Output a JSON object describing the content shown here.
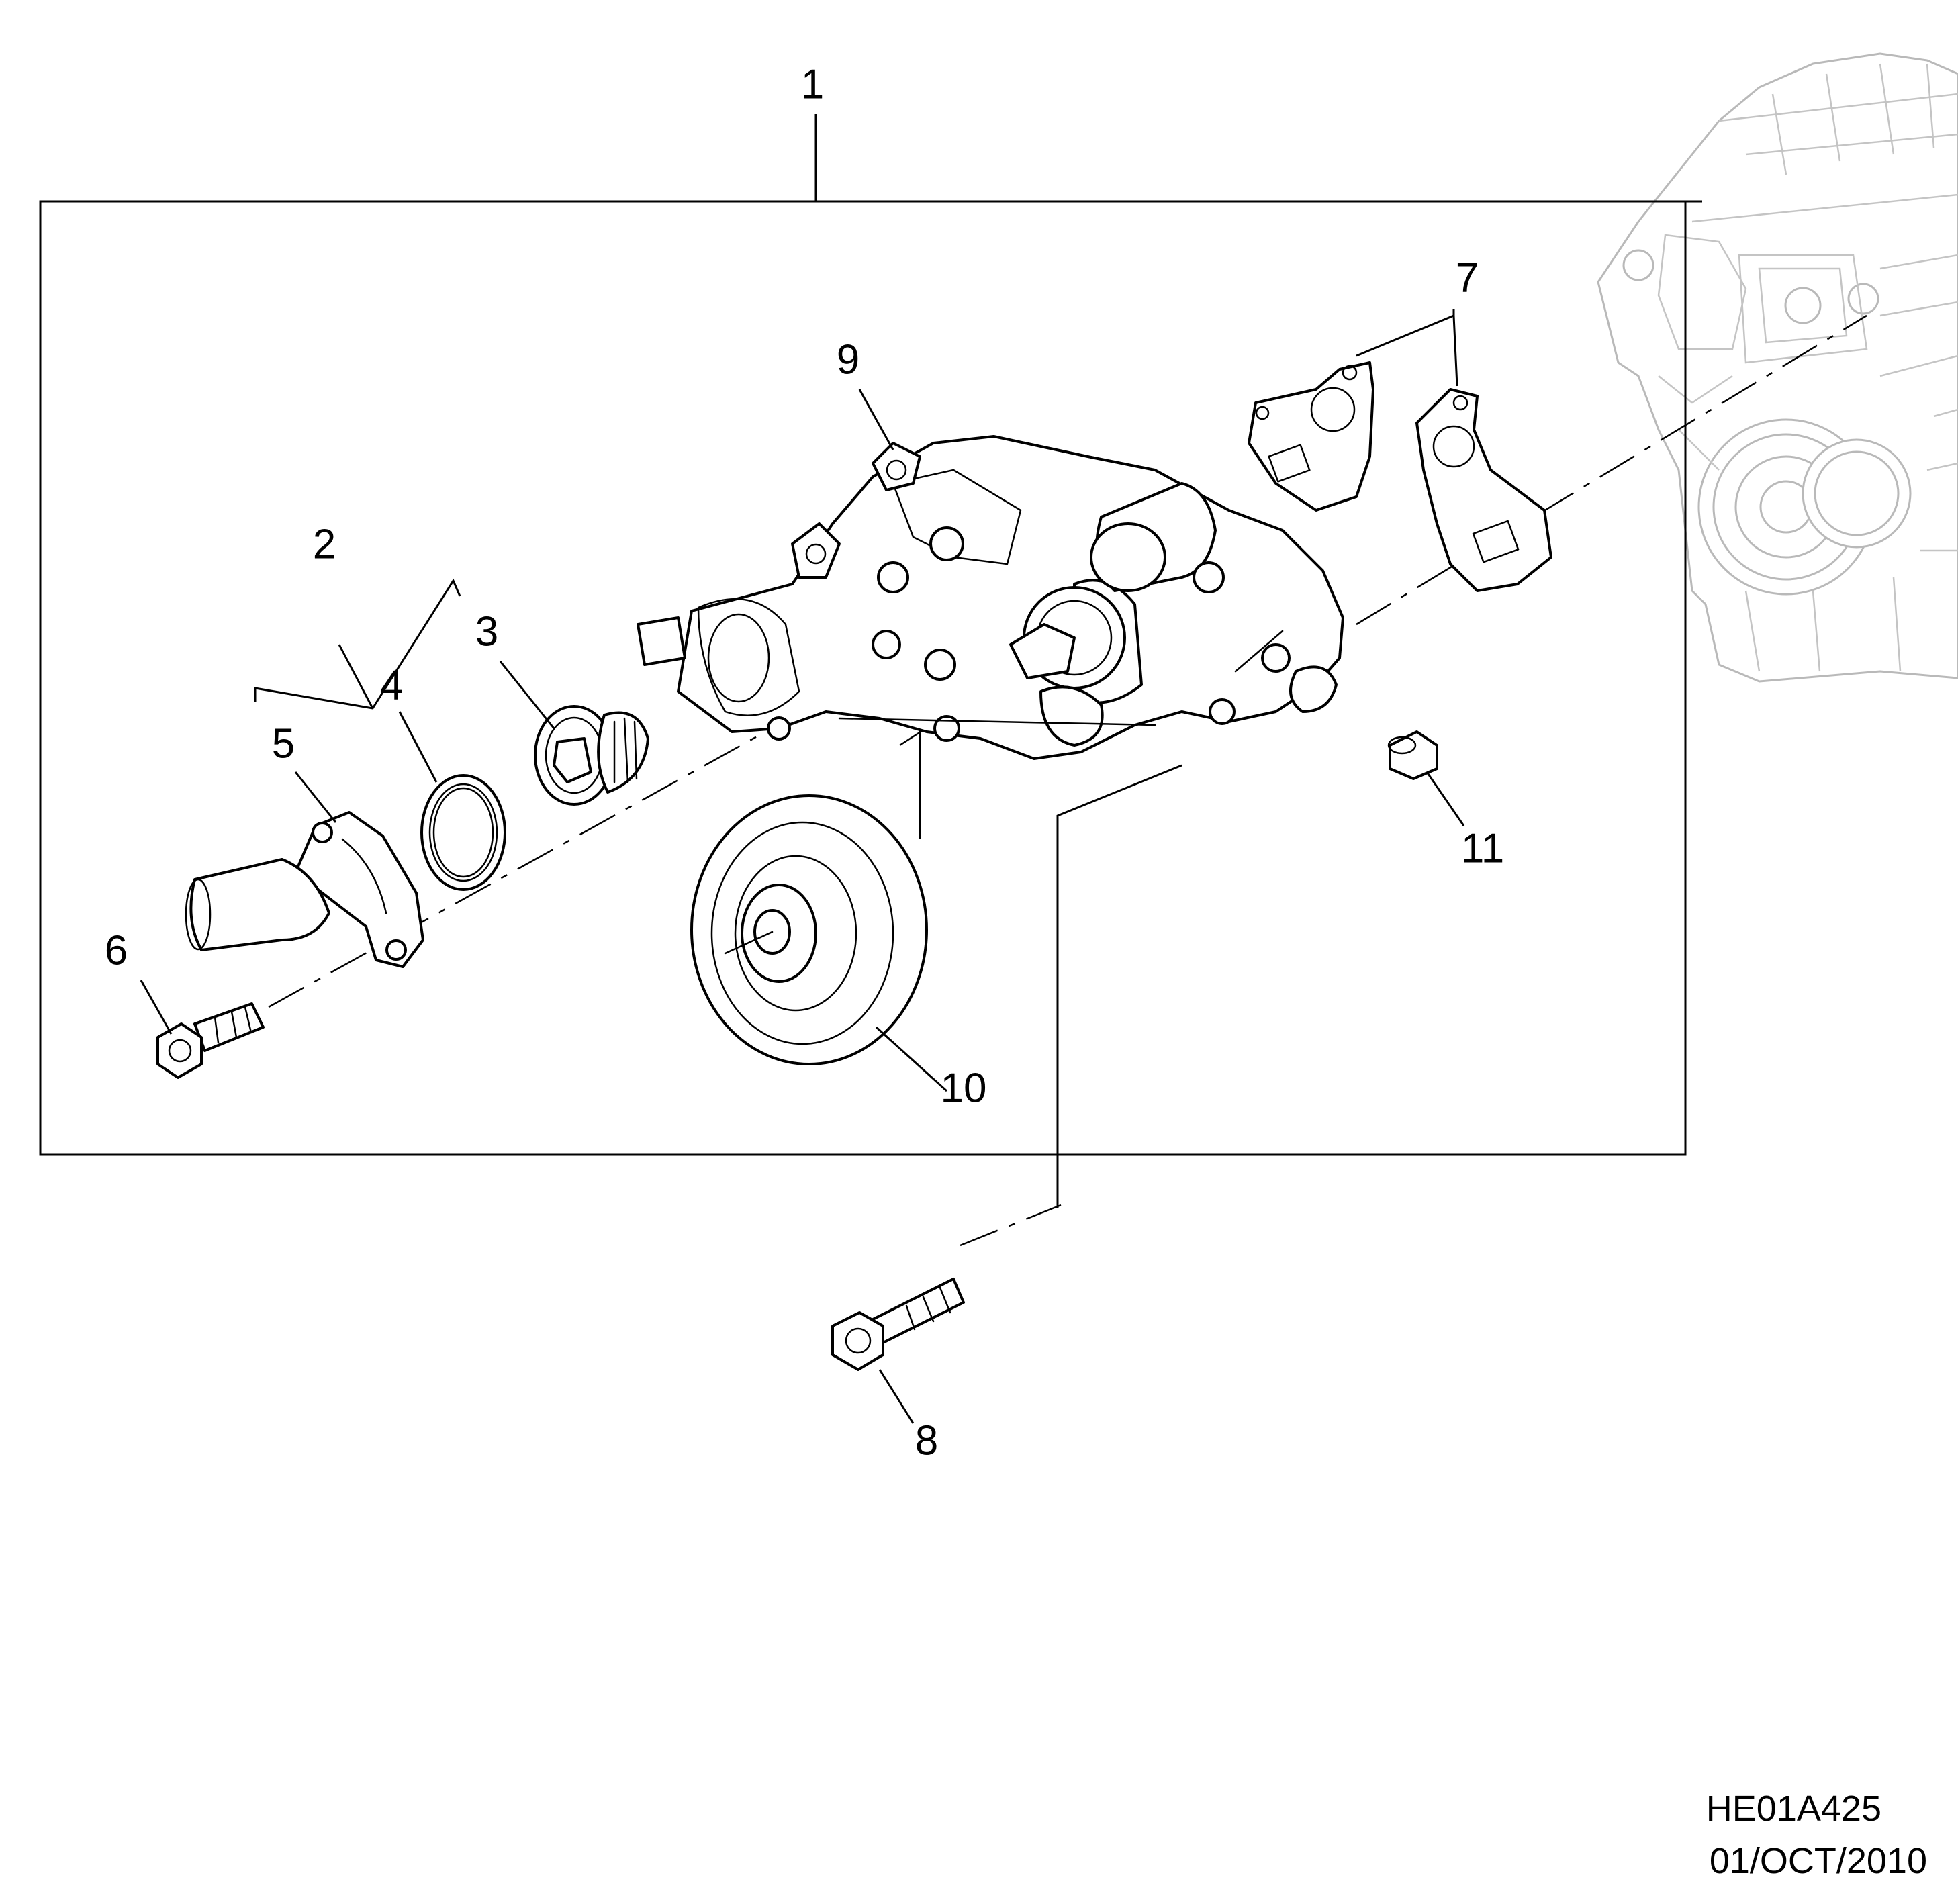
{
  "callouts": [
    {
      "id": "1",
      "text": "1"
    },
    {
      "id": "2",
      "text": "2"
    },
    {
      "id": "3",
      "text": "3"
    },
    {
      "id": "4",
      "text": "4"
    },
    {
      "id": "5",
      "text": "5"
    },
    {
      "id": "6",
      "text": "6"
    },
    {
      "id": "7",
      "text": "7"
    },
    {
      "id": "8",
      "text": "8"
    },
    {
      "id": "9",
      "text": "9"
    },
    {
      "id": "10",
      "text": "10"
    },
    {
      "id": "11",
      "text": "11"
    }
  ],
  "reference": {
    "code": "HE01A425",
    "date": "01/OCT/2010"
  }
}
